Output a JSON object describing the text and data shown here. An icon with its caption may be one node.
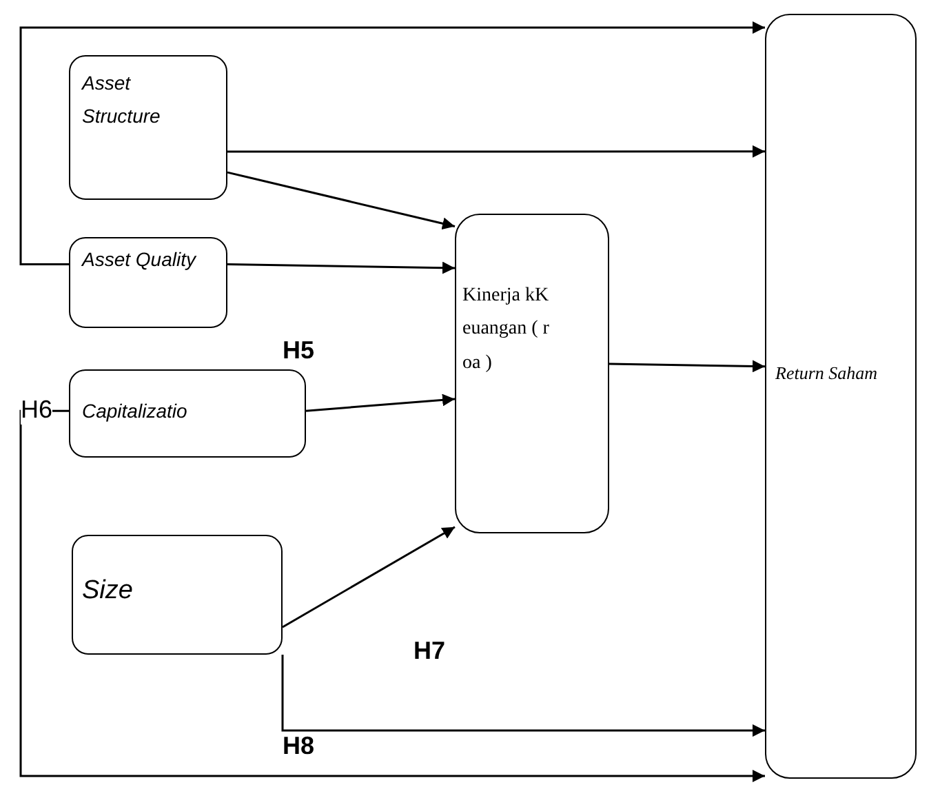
{
  "diagram": {
    "nodes": [
      {
        "text": [
          "Asset Structure"
        ]
      },
      {
        "text": [
          "Asset Quality"
        ]
      },
      {
        "text": [
          "Capitalizatio"
        ]
      },
      {
        "text": [
          "Size"
        ]
      },
      {
        "text": [
          "Kinerja kKeuangan ( roa )"
        ]
      },
      {
        "text": [
          "Return Saham"
        ]
      }
    ],
    "edges": [
      {
        "from": 1,
        "to": 5,
        "arrow": "to"
      },
      {
        "from": 0,
        "to": 5,
        "arrow": "to"
      },
      {
        "from": 0,
        "to": 4,
        "arrow": "to"
      },
      {
        "from": 1,
        "to": 4,
        "arrow": "to"
      },
      {
        "from": 2,
        "to": 4,
        "arrow": "to"
      },
      {
        "from": 3,
        "to": 4,
        "arrow": "to"
      },
      {
        "from": 4,
        "to": 5,
        "arrow": "to"
      },
      {
        "from": 3,
        "to": 5,
        "arrow": "to"
      },
      {
        "from": 2,
        "to": 5,
        "arrow": "to"
      }
    ],
    "labels": [
      "H5",
      "H6",
      "H7",
      "H8"
    ]
  }
}
